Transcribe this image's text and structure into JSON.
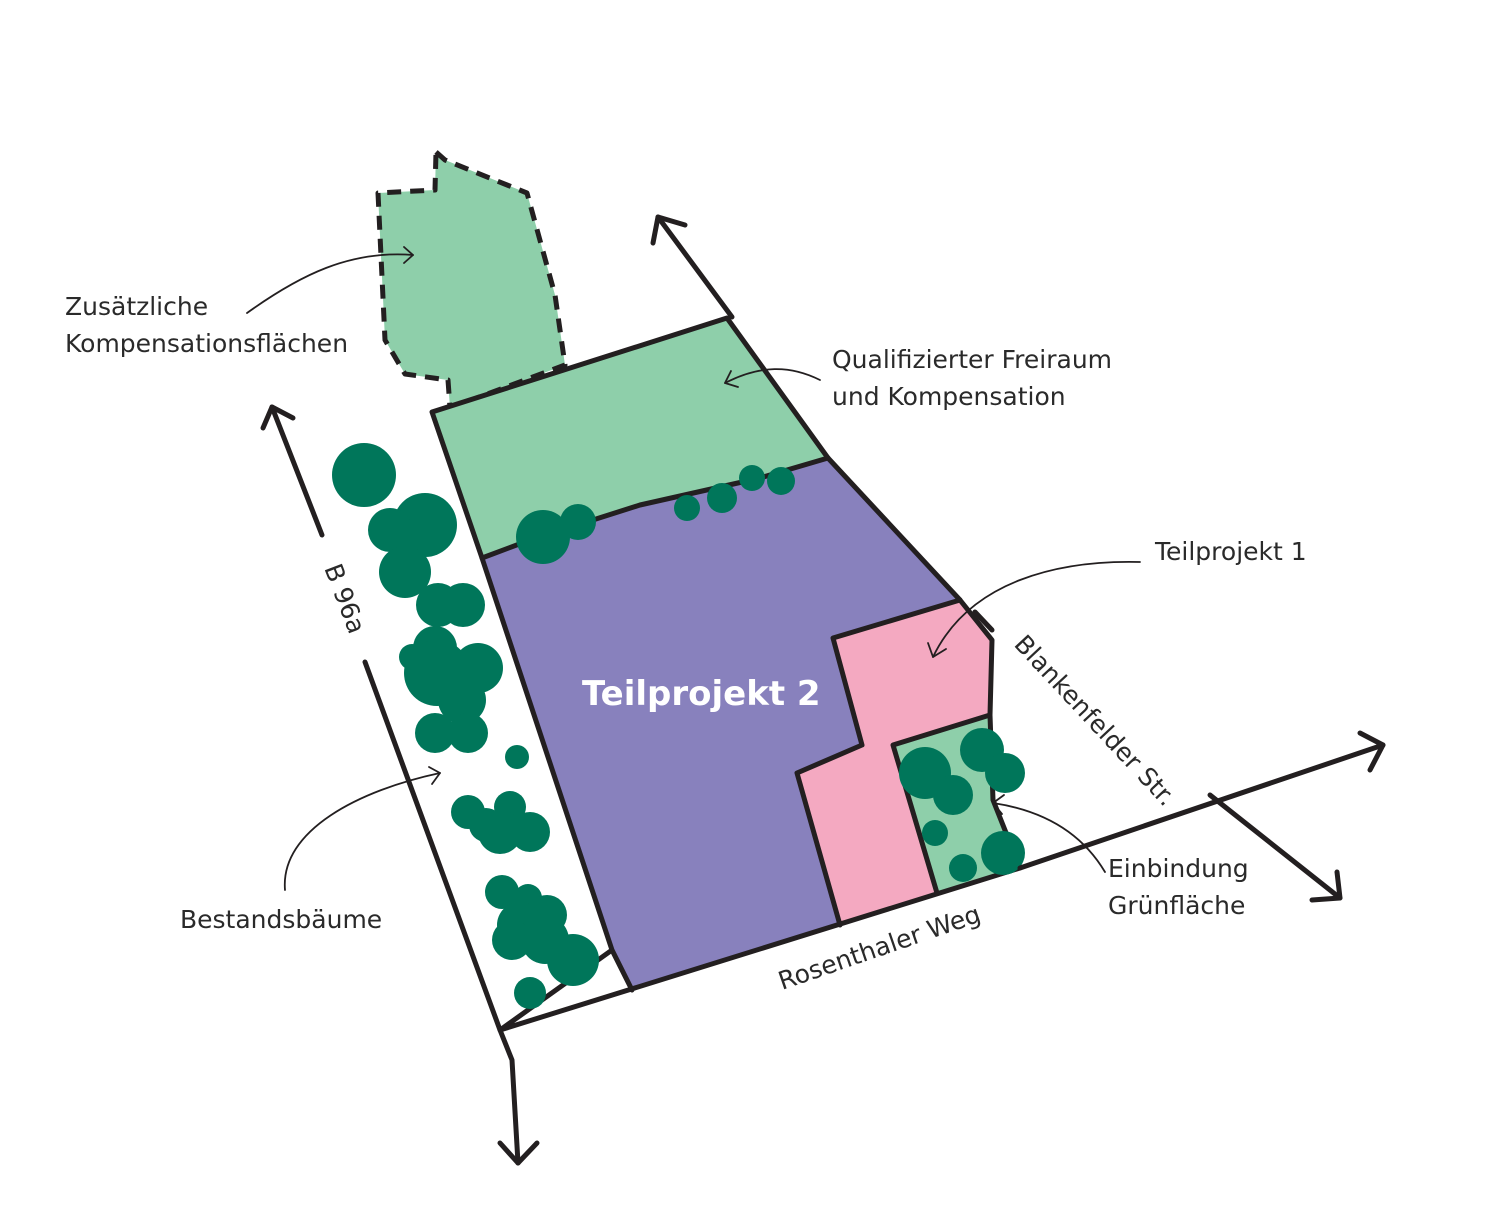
{
  "colors": {
    "green_area": "#8ecfaa",
    "purple_area": "#8881bd",
    "pink_area": "#f4a9c1",
    "trees": "#00765a",
    "lines": "#231f20"
  },
  "areas": {
    "teilprojekt_2": "Teilprojekt 2"
  },
  "labels": {
    "zusaetzliche_line1": "Zusätzliche",
    "zusaetzliche_line2": "Kompensationsflächen",
    "qualifiziert_line1": "Qualifizierter Freiraum",
    "qualifiziert_line2": "und Kompensation",
    "teilprojekt_1": "Teilprojekt 1",
    "einbindung_line1": "Einbindung",
    "einbindung_line2": "Grünfläche",
    "bestandsbaeume": "Bestandsbäume"
  },
  "streets": {
    "b96a": "B 96a",
    "blankenfelder": "Blankenfelder Str.",
    "rosenthaler": "Rosenthaler Weg"
  }
}
